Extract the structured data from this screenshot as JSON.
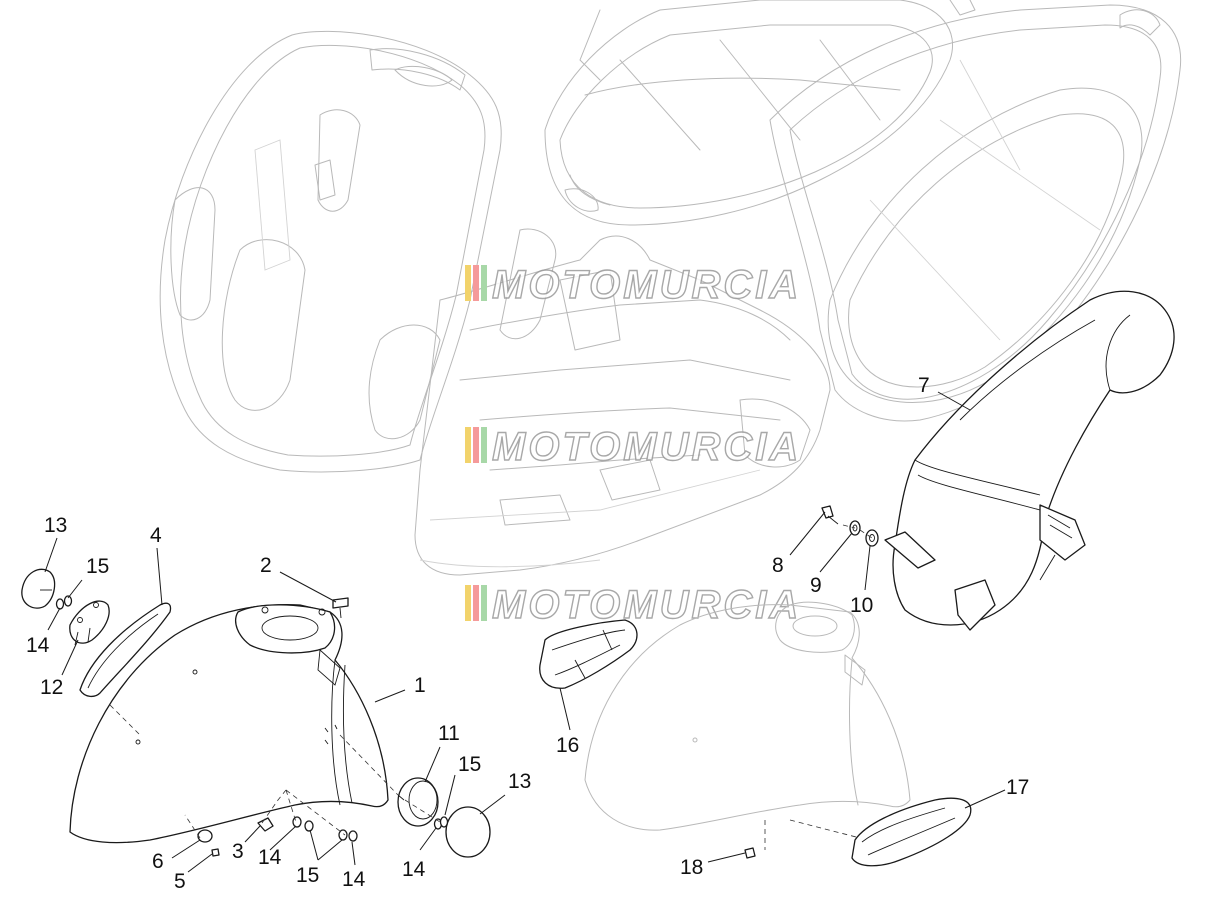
{
  "watermark": {
    "text": "MOTOMURCIA",
    "stripe_colors": [
      "#f2d36b",
      "#f59a9a",
      "#a8d8a8"
    ]
  },
  "callouts": [
    {
      "id": "c1a",
      "label": "1"
    },
    {
      "id": "c2a",
      "label": "2"
    },
    {
      "id": "c3a",
      "label": "3"
    },
    {
      "id": "c4a",
      "label": "4"
    },
    {
      "id": "c5a",
      "label": "5"
    },
    {
      "id": "c6a",
      "label": "6"
    },
    {
      "id": "c7a",
      "label": "7"
    },
    {
      "id": "c8a",
      "label": "8"
    },
    {
      "id": "c9a",
      "label": "9"
    },
    {
      "id": "c10a",
      "label": "10"
    },
    {
      "id": "c11a",
      "label": "11"
    },
    {
      "id": "c12a",
      "label": "12"
    },
    {
      "id": "c13a",
      "label": "13"
    },
    {
      "id": "c13b",
      "label": "13"
    },
    {
      "id": "c14a",
      "label": "14"
    },
    {
      "id": "c14b",
      "label": "14"
    },
    {
      "id": "c14c",
      "label": "14"
    },
    {
      "id": "c14d",
      "label": "14"
    },
    {
      "id": "c15a",
      "label": "15"
    },
    {
      "id": "c15b",
      "label": "15"
    },
    {
      "id": "c15c",
      "label": "15"
    },
    {
      "id": "c16a",
      "label": "16"
    },
    {
      "id": "c17a",
      "label": "17"
    },
    {
      "id": "c18a",
      "label": "18"
    }
  ]
}
